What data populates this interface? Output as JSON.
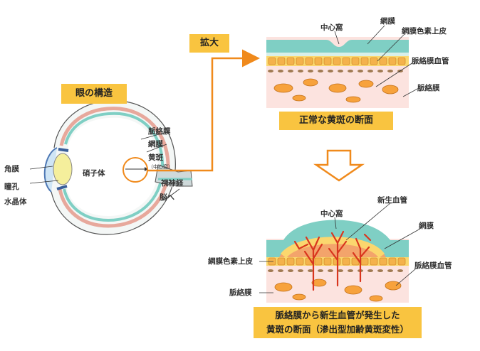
{
  "eye_title": "眼の構造",
  "zoom_label": "拡大",
  "normal_caption": "正常な黄斑の断面",
  "wet_caption_line1": "脈絡膜から新生血管が発生した",
  "wet_caption_line2": "黄斑の断面（滲出型加齢黄斑変性）",
  "eye_labels": {
    "choroid": "脈絡膜",
    "retina": "網膜",
    "macula": "黄斑",
    "fovea_small": "（中心窩）",
    "vitreous": "硝子体",
    "optic_nerve": "視神経",
    "to_brain": "脳へ",
    "cornea": "角膜",
    "pupil": "瞳孔",
    "lens": "水晶体"
  },
  "normal_labels": {
    "fovea": "中心窩",
    "retina": "網膜",
    "rpe": "網膜色素上皮",
    "choroidal_vessels": "脈絡膜血管",
    "choroid": "脈絡膜"
  },
  "wet_labels": {
    "new_vessels": "新生血管",
    "fovea": "中心窩",
    "retina": "網膜",
    "rpe": "網膜色素上皮",
    "choroidal_vessels": "脈絡膜血管",
    "choroid": "脈絡膜"
  },
  "colors": {
    "label_box": "#f9c440",
    "arrow_orange": "#f08a1c",
    "retina_teal": "#7fcfc4",
    "choroid_pink": "#f7c9c4",
    "rpe_yellow": "#fbd76e",
    "vessel_red": "#d9361e"
  }
}
